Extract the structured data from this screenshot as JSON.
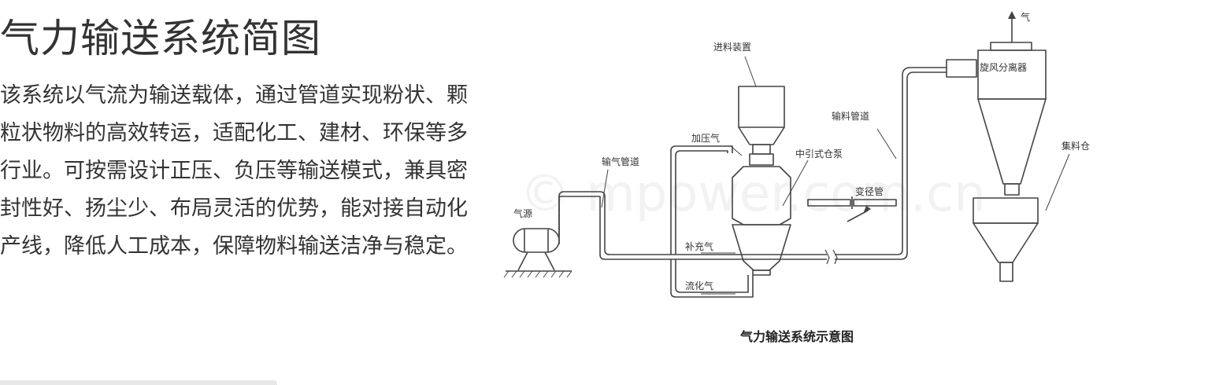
{
  "page": {
    "title": "气力输送系统简图",
    "description": "该系统以气流为输送载体，通过管道实现粉状、颗粒状物料的高效转运，适配化工、建材、环保等多行业。可按需设计正压、负压等输送模式，兼具密封性好、扬尘少、布局灵活的优势，能对接自动化产线，降低人工成本，保障物料输送洁净与稳定。"
  },
  "diagram": {
    "caption": "气力输送系统示意图",
    "labels": {
      "air_source": "气源",
      "air_pipe": "输气管道",
      "pressurize_air": "加压气",
      "feeding_device": "进料装置",
      "middle_lead_pump": "中引式仓泵",
      "supplement_air": "补充气",
      "fluidizing_air": "流化气",
      "reducer_pipe": "变径管",
      "conveying_pipe": "输料管道",
      "cyclone_separator": "旋风分离器",
      "collection_bin": "集料仓",
      "gas_out": "气"
    },
    "watermark": "© mpower.com.cn"
  }
}
